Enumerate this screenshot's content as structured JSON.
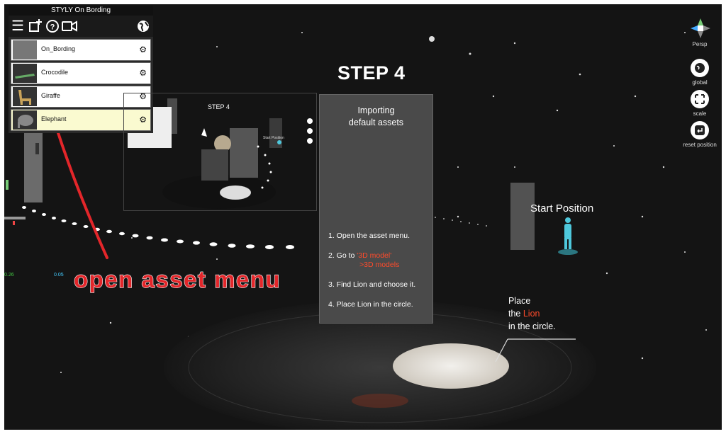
{
  "app": {
    "title": "STYLY On Bording",
    "toolbar_icons": [
      "hamburger-menu-icon",
      "add-asset-icon",
      "help-icon",
      "video-camera-icon",
      "globe-icon"
    ]
  },
  "assets": [
    {
      "name": "On_Bording",
      "thumb": "none",
      "selected": false
    },
    {
      "name": "Crocodile",
      "thumb": "crocodile",
      "selected": false
    },
    {
      "name": "Giraffe",
      "thumb": "giraffe",
      "selected": false
    },
    {
      "name": "Elephant",
      "thumb": "elephant",
      "selected": true
    }
  ],
  "step": {
    "title": "STEP 4",
    "card_title_line1": "Importing",
    "card_title_line2": "default assets",
    "step1": "1. Open the asset menu.",
    "step2_prefix": "2. Go to ",
    "step2_hl1": "'3D model'",
    "step2_hl2": ">3D models",
    "step3": "3. Find Lion and choose it.",
    "step4": "4. Place Lion in the circle."
  },
  "right_panel": {
    "gizmo_label": "Persp",
    "buttons": [
      {
        "label": "global",
        "icon": "globe-icon"
      },
      {
        "label": "scale",
        "icon": "scale-icon"
      },
      {
        "label": "reset position",
        "icon": "reset-icon"
      }
    ]
  },
  "annotation": "open asset menu",
  "place_note": {
    "line1": "Place",
    "line2_prefix": "the ",
    "line2_hl": "Lion",
    "line3": "in the circle."
  },
  "start_position": "Start Position",
  "inset": {
    "title": "STEP 4",
    "start_label": "Start Position"
  },
  "coords": {
    "a": "0.26",
    "b": "0.05"
  },
  "colors": {
    "accent_red": "#e3262a",
    "highlight_orange": "#ff4b2b",
    "selected_row": "#fafad0"
  }
}
